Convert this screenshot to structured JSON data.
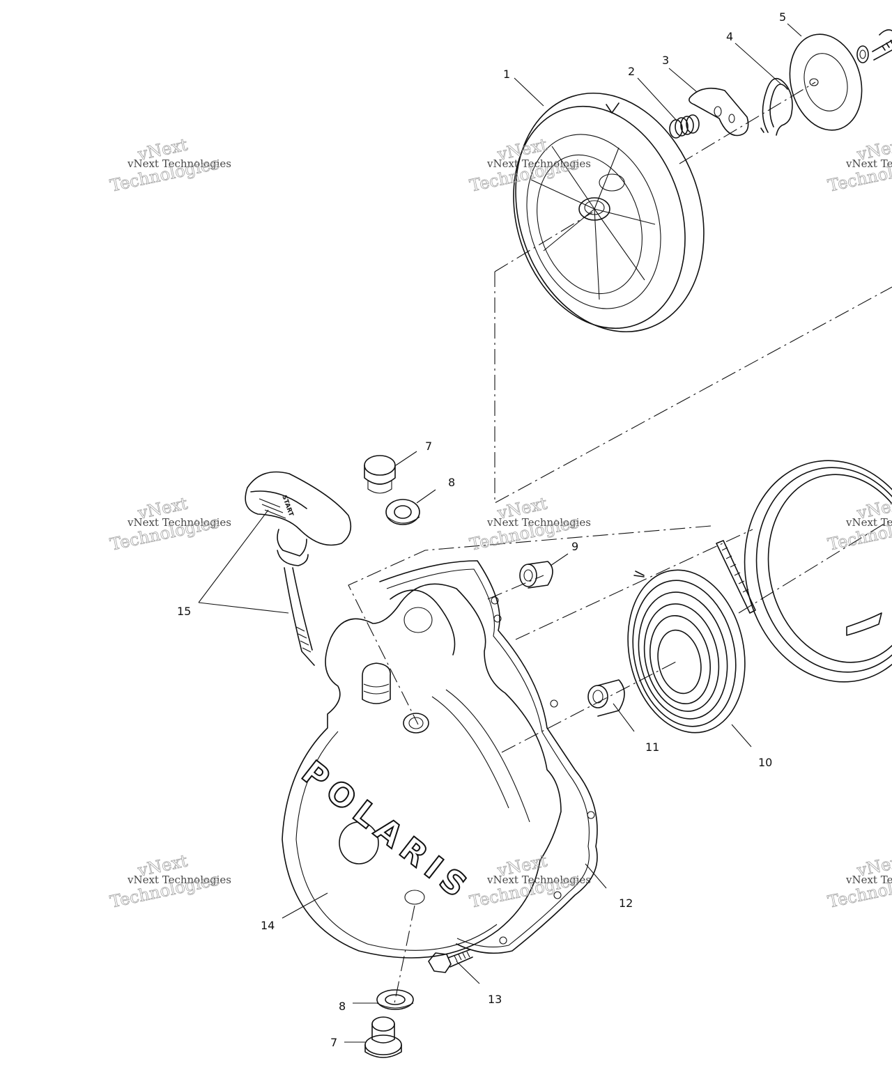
{
  "diagram": {
    "brand_logo": "POLARIS",
    "handle_text": "START",
    "callouts": [
      {
        "id": "c1",
        "label": "1"
      },
      {
        "id": "c2",
        "label": "2"
      },
      {
        "id": "c3",
        "label": "3"
      },
      {
        "id": "c4",
        "label": "4"
      },
      {
        "id": "c5",
        "label": "5"
      },
      {
        "id": "c7a",
        "label": "7"
      },
      {
        "id": "c8a",
        "label": "8"
      },
      {
        "id": "c9",
        "label": "9"
      },
      {
        "id": "c15",
        "label": "15"
      },
      {
        "id": "c11",
        "label": "11"
      },
      {
        "id": "c10",
        "label": "10"
      },
      {
        "id": "c12",
        "label": "12"
      },
      {
        "id": "c14",
        "label": "14"
      },
      {
        "id": "c13",
        "label": "13"
      },
      {
        "id": "c8b",
        "label": "8"
      },
      {
        "id": "c7b",
        "label": "7"
      }
    ]
  },
  "watermark": {
    "line1": "vNext Technologies",
    "line2_top": "vNext",
    "line2_bottom": "Technologies"
  }
}
